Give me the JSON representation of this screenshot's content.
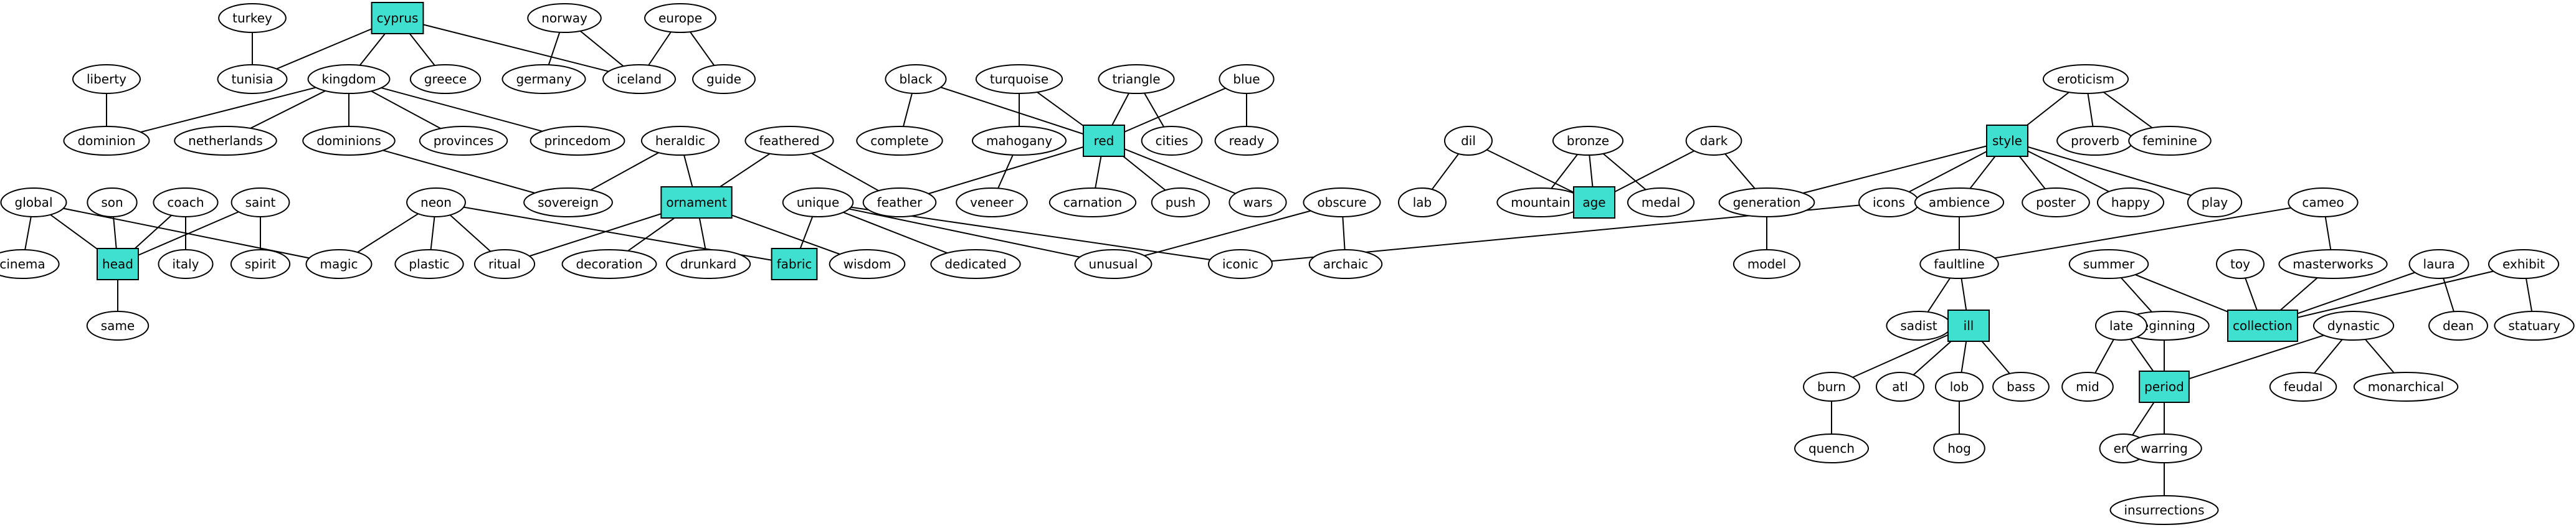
{
  "colors": {
    "highlight_fill": "#40e0d0",
    "node_fill": "#ffffff",
    "stroke": "#000000"
  },
  "nodes": {
    "turkey": {
      "label": "turkey",
      "shape": "ellipse"
    },
    "cyprus": {
      "label": "cyprus",
      "shape": "box"
    },
    "norway": {
      "label": "norway",
      "shape": "ellipse"
    },
    "europe": {
      "label": "europe",
      "shape": "ellipse"
    },
    "liberty": {
      "label": "liberty",
      "shape": "ellipse"
    },
    "tunisia": {
      "label": "tunisia",
      "shape": "ellipse"
    },
    "kingdom": {
      "label": "kingdom",
      "shape": "ellipse"
    },
    "greece": {
      "label": "greece",
      "shape": "ellipse"
    },
    "germany": {
      "label": "germany",
      "shape": "ellipse"
    },
    "iceland": {
      "label": "iceland",
      "shape": "ellipse"
    },
    "guide": {
      "label": "guide",
      "shape": "ellipse"
    },
    "dominion": {
      "label": "dominion",
      "shape": "ellipse"
    },
    "netherlands": {
      "label": "netherlands",
      "shape": "ellipse"
    },
    "dominions": {
      "label": "dominions",
      "shape": "ellipse"
    },
    "provinces": {
      "label": "provinces",
      "shape": "ellipse"
    },
    "princedom": {
      "label": "princedom",
      "shape": "ellipse"
    },
    "black": {
      "label": "black",
      "shape": "ellipse"
    },
    "turquoise": {
      "label": "turquoise",
      "shape": "ellipse"
    },
    "triangle": {
      "label": "triangle",
      "shape": "ellipse"
    },
    "blue": {
      "label": "blue",
      "shape": "ellipse"
    },
    "complete": {
      "label": "complete",
      "shape": "ellipse"
    },
    "mahogany": {
      "label": "mahogany",
      "shape": "ellipse"
    },
    "red": {
      "label": "red",
      "shape": "box"
    },
    "cities": {
      "label": "cities",
      "shape": "ellipse"
    },
    "ready": {
      "label": "ready",
      "shape": "ellipse"
    },
    "heraldic": {
      "label": "heraldic",
      "shape": "ellipse"
    },
    "feathered": {
      "label": "feathered",
      "shape": "ellipse"
    },
    "global": {
      "label": "global",
      "shape": "ellipse"
    },
    "son": {
      "label": "son",
      "shape": "ellipse"
    },
    "coach": {
      "label": "coach",
      "shape": "ellipse"
    },
    "saint": {
      "label": "saint",
      "shape": "ellipse"
    },
    "neon": {
      "label": "neon",
      "shape": "ellipse"
    },
    "sovereign": {
      "label": "sovereign",
      "shape": "ellipse"
    },
    "ornament": {
      "label": "ornament",
      "shape": "box"
    },
    "unique": {
      "label": "unique",
      "shape": "ellipse"
    },
    "feather": {
      "label": "feather",
      "shape": "ellipse"
    },
    "veneer": {
      "label": "veneer",
      "shape": "ellipse"
    },
    "carnation": {
      "label": "carnation",
      "shape": "ellipse"
    },
    "push": {
      "label": "push",
      "shape": "ellipse"
    },
    "wars": {
      "label": "wars",
      "shape": "ellipse"
    },
    "obscure": {
      "label": "obscure",
      "shape": "ellipse"
    },
    "cinema": {
      "label": "cinema",
      "shape": "ellipse"
    },
    "head": {
      "label": "head",
      "shape": "box"
    },
    "italy": {
      "label": "italy",
      "shape": "ellipse"
    },
    "spirit": {
      "label": "spirit",
      "shape": "ellipse"
    },
    "magic": {
      "label": "magic",
      "shape": "ellipse"
    },
    "plastic": {
      "label": "plastic",
      "shape": "ellipse"
    },
    "ritual": {
      "label": "ritual",
      "shape": "ellipse"
    },
    "decoration": {
      "label": "decoration",
      "shape": "ellipse"
    },
    "drunkard": {
      "label": "drunkard",
      "shape": "ellipse"
    },
    "fabric": {
      "label": "fabric",
      "shape": "box"
    },
    "wisdom": {
      "label": "wisdom",
      "shape": "ellipse"
    },
    "dedicated": {
      "label": "dedicated",
      "shape": "ellipse"
    },
    "unusual": {
      "label": "unusual",
      "shape": "ellipse"
    },
    "iconic": {
      "label": "iconic",
      "shape": "ellipse"
    },
    "archaic": {
      "label": "archaic",
      "shape": "ellipse"
    },
    "same": {
      "label": "same",
      "shape": "ellipse"
    },
    "dil": {
      "label": "dil",
      "shape": "ellipse"
    },
    "bronze": {
      "label": "bronze",
      "shape": "ellipse"
    },
    "dark": {
      "label": "dark",
      "shape": "ellipse"
    },
    "lab": {
      "label": "lab",
      "shape": "ellipse"
    },
    "mountain": {
      "label": "mountain",
      "shape": "ellipse"
    },
    "age": {
      "label": "age",
      "shape": "box"
    },
    "medal": {
      "label": "medal",
      "shape": "ellipse"
    },
    "generation": {
      "label": "generation",
      "shape": "ellipse"
    },
    "model": {
      "label": "model",
      "shape": "ellipse"
    },
    "eroticism": {
      "label": "eroticism",
      "shape": "ellipse"
    },
    "style": {
      "label": "style",
      "shape": "box"
    },
    "proverb": {
      "label": "proverb",
      "shape": "ellipse"
    },
    "feminine": {
      "label": "feminine",
      "shape": "ellipse"
    },
    "icons": {
      "label": "icons",
      "shape": "ellipse"
    },
    "ambience": {
      "label": "ambience",
      "shape": "ellipse"
    },
    "poster": {
      "label": "poster",
      "shape": "ellipse"
    },
    "happy": {
      "label": "happy",
      "shape": "ellipse"
    },
    "play": {
      "label": "play",
      "shape": "ellipse"
    },
    "cameo": {
      "label": "cameo",
      "shape": "ellipse"
    },
    "faultline": {
      "label": "faultline",
      "shape": "ellipse"
    },
    "summer": {
      "label": "summer",
      "shape": "ellipse"
    },
    "toy": {
      "label": "toy",
      "shape": "ellipse"
    },
    "masterworks": {
      "label": "masterworks",
      "shape": "ellipse"
    },
    "laura": {
      "label": "laura",
      "shape": "ellipse"
    },
    "exhibit": {
      "label": "exhibit",
      "shape": "ellipse"
    },
    "sadist": {
      "label": "sadist",
      "shape": "ellipse"
    },
    "ill": {
      "label": "ill",
      "shape": "box"
    },
    "beginning": {
      "label": "beginning",
      "shape": "ellipse"
    },
    "collection": {
      "label": "collection",
      "shape": "box"
    },
    "dean": {
      "label": "dean",
      "shape": "ellipse"
    },
    "statuary": {
      "label": "statuary",
      "shape": "ellipse"
    },
    "late": {
      "label": "late",
      "shape": "ellipse"
    },
    "dynastic": {
      "label": "dynastic",
      "shape": "ellipse"
    },
    "burn": {
      "label": "burn",
      "shape": "ellipse"
    },
    "atl": {
      "label": "atl",
      "shape": "ellipse"
    },
    "lob": {
      "label": "lob",
      "shape": "ellipse"
    },
    "bass": {
      "label": "bass",
      "shape": "ellipse"
    },
    "mid": {
      "label": "mid",
      "shape": "ellipse"
    },
    "period": {
      "label": "period",
      "shape": "box"
    },
    "feudal": {
      "label": "feudal",
      "shape": "ellipse"
    },
    "monarchical": {
      "label": "monarchical",
      "shape": "ellipse"
    },
    "quench": {
      "label": "quench",
      "shape": "ellipse"
    },
    "hog": {
      "label": "hog",
      "shape": "ellipse"
    },
    "era": {
      "label": "era",
      "shape": "ellipse"
    },
    "warring": {
      "label": "warring",
      "shape": "ellipse"
    },
    "insurrections": {
      "label": "insurrections",
      "shape": "ellipse"
    }
  },
  "edges": [
    [
      "turkey",
      "tunisia"
    ],
    [
      "cyprus",
      "tunisia"
    ],
    [
      "cyprus",
      "kingdom"
    ],
    [
      "cyprus",
      "greece"
    ],
    [
      "cyprus",
      "iceland"
    ],
    [
      "norway",
      "germany"
    ],
    [
      "norway",
      "iceland"
    ],
    [
      "europe",
      "iceland"
    ],
    [
      "europe",
      "guide"
    ],
    [
      "liberty",
      "dominion"
    ],
    [
      "kingdom",
      "dominion"
    ],
    [
      "kingdom",
      "netherlands"
    ],
    [
      "kingdom",
      "dominions"
    ],
    [
      "kingdom",
      "provinces"
    ],
    [
      "kingdom",
      "princedom"
    ],
    [
      "dominions",
      "sovereign"
    ],
    [
      "heraldic",
      "sovereign"
    ],
    [
      "heraldic",
      "ornament"
    ],
    [
      "feathered",
      "ornament"
    ],
    [
      "feathered",
      "feather"
    ],
    [
      "black",
      "complete"
    ],
    [
      "black",
      "red"
    ],
    [
      "turquoise",
      "mahogany"
    ],
    [
      "turquoise",
      "red"
    ],
    [
      "triangle",
      "red"
    ],
    [
      "triangle",
      "cities"
    ],
    [
      "blue",
      "red"
    ],
    [
      "blue",
      "ready"
    ],
    [
      "mahogany",
      "veneer"
    ],
    [
      "red",
      "feather"
    ],
    [
      "red",
      "carnation"
    ],
    [
      "red",
      "push"
    ],
    [
      "red",
      "wars"
    ],
    [
      "global",
      "cinema"
    ],
    [
      "global",
      "head"
    ],
    [
      "global",
      "magic"
    ],
    [
      "son",
      "head"
    ],
    [
      "coach",
      "head"
    ],
    [
      "coach",
      "italy"
    ],
    [
      "saint",
      "head"
    ],
    [
      "saint",
      "spirit"
    ],
    [
      "head",
      "same"
    ],
    [
      "neon",
      "magic"
    ],
    [
      "neon",
      "plastic"
    ],
    [
      "neon",
      "ritual"
    ],
    [
      "neon",
      "fabric"
    ],
    [
      "ornament",
      "ritual"
    ],
    [
      "ornament",
      "decoration"
    ],
    [
      "ornament",
      "drunkard"
    ],
    [
      "ornament",
      "wisdom"
    ],
    [
      "unique",
      "fabric"
    ],
    [
      "unique",
      "dedicated"
    ],
    [
      "unique",
      "unusual"
    ],
    [
      "unique",
      "iconic"
    ],
    [
      "obscure",
      "unusual"
    ],
    [
      "obscure",
      "archaic"
    ],
    [
      "dil",
      "lab"
    ],
    [
      "dil",
      "age"
    ],
    [
      "bronze",
      "mountain"
    ],
    [
      "bronze",
      "age"
    ],
    [
      "bronze",
      "medal"
    ],
    [
      "dark",
      "age"
    ],
    [
      "dark",
      "generation"
    ],
    [
      "generation",
      "model"
    ],
    [
      "eroticism",
      "style"
    ],
    [
      "eroticism",
      "proverb"
    ],
    [
      "eroticism",
      "feminine"
    ],
    [
      "style",
      "generation"
    ],
    [
      "style",
      "icons"
    ],
    [
      "style",
      "ambience"
    ],
    [
      "style",
      "poster"
    ],
    [
      "style",
      "happy"
    ],
    [
      "style",
      "play"
    ],
    [
      "icons",
      "iconic"
    ],
    [
      "ambience",
      "faultline"
    ],
    [
      "cameo",
      "faultline"
    ],
    [
      "cameo",
      "masterworks"
    ],
    [
      "faultline",
      "sadist"
    ],
    [
      "faultline",
      "ill"
    ],
    [
      "summer",
      "beginning"
    ],
    [
      "summer",
      "collection"
    ],
    [
      "toy",
      "collection"
    ],
    [
      "masterworks",
      "collection"
    ],
    [
      "laura",
      "collection"
    ],
    [
      "laura",
      "dean"
    ],
    [
      "exhibit",
      "collection"
    ],
    [
      "exhibit",
      "statuary"
    ],
    [
      "ill",
      "burn"
    ],
    [
      "ill",
      "atl"
    ],
    [
      "ill",
      "lob"
    ],
    [
      "ill",
      "bass"
    ],
    [
      "burn",
      "quench"
    ],
    [
      "lob",
      "hog"
    ],
    [
      "beginning",
      "period"
    ],
    [
      "late",
      "mid"
    ],
    [
      "late",
      "period"
    ],
    [
      "dynastic",
      "period"
    ],
    [
      "dynastic",
      "feudal"
    ],
    [
      "dynastic",
      "monarchical"
    ],
    [
      "period",
      "era"
    ],
    [
      "period",
      "warring"
    ],
    [
      "warring",
      "insurrections"
    ]
  ]
}
